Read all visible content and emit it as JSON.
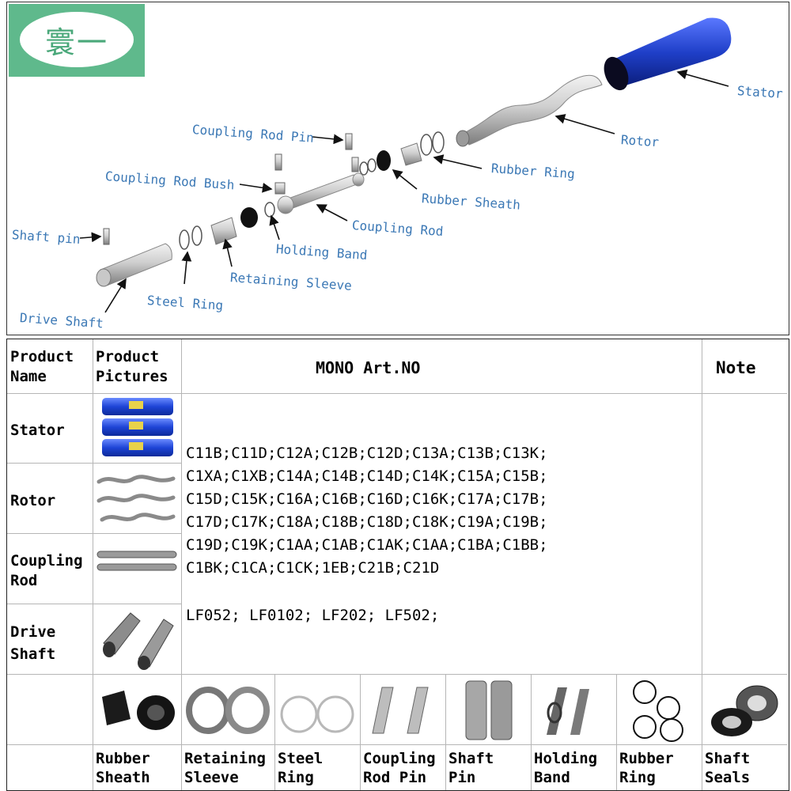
{
  "logo": {
    "text": "寰一"
  },
  "diagram": {
    "labels": {
      "stator": "Stator",
      "rotor": "Rotor",
      "rubber_ring": "Rubber Ring",
      "rubber_sheath": "Rubber Sheath",
      "coupling_rod": "Coupling Rod",
      "coupling_rod_pin": "Coupling Rod Pin",
      "coupling_rod_bush": "Coupling Rod Bush",
      "holding_band": "Holding Band",
      "retaining_sleeve": "Retaining Sleeve",
      "shaft_pin": "Shaft pin",
      "steel_ring": "Steel Ring",
      "drive_shaft": "Drive Shaft"
    }
  },
  "table": {
    "headers": {
      "product_name": [
        "Product",
        "Name"
      ],
      "product_pictures": [
        "Product",
        "Pictures"
      ],
      "art_no": "MONO Art.NO",
      "note": "Note"
    },
    "rows": [
      {
        "name": [
          "Stator"
        ],
        "icon": "stator-photo"
      },
      {
        "name": [
          "Rotor"
        ],
        "icon": "rotor-photo"
      },
      {
        "name": [
          "Coupling",
          "Rod"
        ],
        "icon": "coupling-rod-photo"
      },
      {
        "name": [
          "Drive",
          "Shaft"
        ],
        "icon": "drive-shaft-photo"
      }
    ],
    "art_numbers": [
      "C11B;C11D;C12A;C12B;C12D;C13A;C13B;C13K;",
      "C1XA;C1XB;C14A;C14B;C14D;C14K;C15A;C15B;",
      "C15D;C15K;C16A;C16B;C16D;C16K;C17A;C17B;",
      "C17D;C17K;C18A;C18B;C18D;C18K;C19A;C19B;",
      "C19D;C19K;C1AA;C1AB;C1AK;C1AA;C1BA;C1BB;",
      "C1BK;C1CA;C1CK;1EB;C21B;C21D"
    ],
    "lf_numbers": "LF052; LF0102; LF202; LF502;",
    "parts": [
      {
        "caption": [
          "Rubber",
          "Sheath"
        ],
        "icon": "rubber-sheath-photo"
      },
      {
        "caption": [
          "Retaining",
          "Sleeve"
        ],
        "icon": "retaining-sleeve-photo"
      },
      {
        "caption": [
          "Steel",
          "Ring"
        ],
        "icon": "steel-ring-photo"
      },
      {
        "caption": [
          "Coupling",
          "Rod Pin"
        ],
        "icon": "coupling-rod-pin-photo"
      },
      {
        "caption": [
          "Shaft",
          "Pin"
        ],
        "icon": "shaft-pin-photo"
      },
      {
        "caption": [
          "Holding",
          "Band"
        ],
        "icon": "holding-band-photo"
      },
      {
        "caption": [
          "Rubber",
          "Ring"
        ],
        "icon": "rubber-ring-photo"
      },
      {
        "caption": [
          "Shaft",
          "Seals"
        ],
        "icon": "shaft-seals-photo"
      }
    ]
  },
  "colors": {
    "label_blue": "#3b78b5",
    "logo_green": "#5fb98c",
    "stator_blue": "#1f3fc8",
    "grid": "#b6b6b6"
  }
}
